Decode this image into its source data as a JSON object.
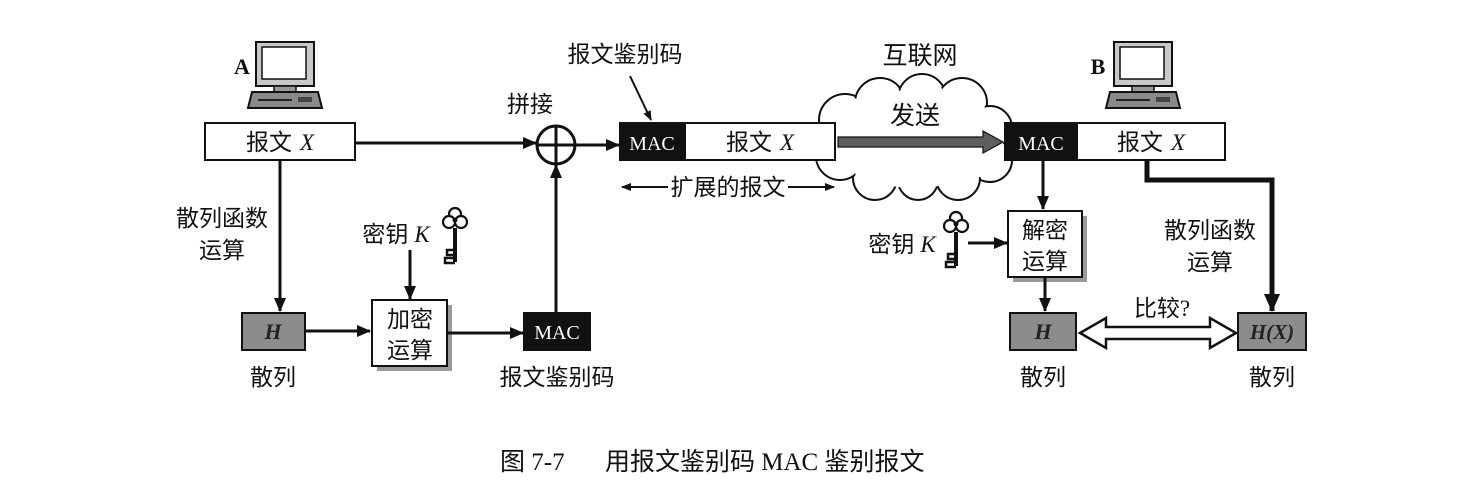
{
  "sender": {
    "label": "A",
    "message_text": "报文",
    "message_var": "X",
    "concat_label": "拼接",
    "hash_step": [
      "散列函数",
      "运算"
    ],
    "hash_box": "H",
    "hash_caption": "散列",
    "key_text": "密钥",
    "key_var": "K",
    "encrypt_step": [
      "加密",
      "运算"
    ],
    "mac_box": "MAC",
    "mac_caption": "报文鉴别码"
  },
  "extended_message": {
    "mac_label_above": "报文鉴别码",
    "mac": "MAC",
    "message_text": "报文",
    "message_var": "X",
    "span_label": "扩展的报文"
  },
  "network": {
    "label": "互联网",
    "action": "发送"
  },
  "receiver": {
    "label": "B",
    "mac": "MAC",
    "message_text": "报文",
    "message_var": "X",
    "key_text": "密钥",
    "key_var": "K",
    "decrypt_step": [
      "解密",
      "运算"
    ],
    "decrypted_box": "H",
    "decrypted_caption": "散列",
    "hash_step": [
      "散列函数",
      "运算"
    ],
    "hash_box": "H(X)",
    "hash_caption": "散列",
    "compare_label": "比较?"
  },
  "caption": {
    "number": "图 7-7",
    "title": "用报文鉴别码 MAC 鉴别报文"
  },
  "colors": {
    "mac_box": "#111111",
    "hash_box": "#8c8c8c",
    "send_arrow": "#5e5e5e"
  }
}
